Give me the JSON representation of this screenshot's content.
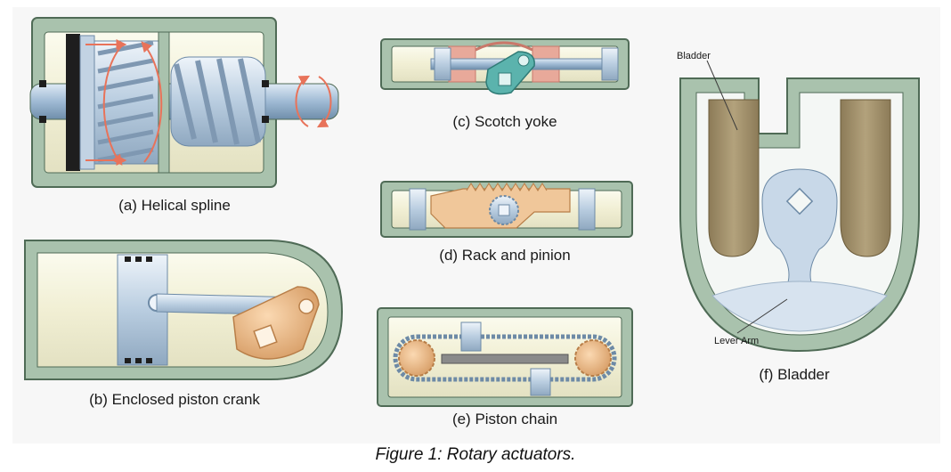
{
  "figure": {
    "caption": "Figure 1: Rotary actuators.",
    "panels": {
      "a": {
        "label": "(a) Helical spline"
      },
      "b": {
        "label": "(b) Enclosed piston crank"
      },
      "c": {
        "label": "(c) Scotch yoke"
      },
      "d": {
        "label": "(d) Rack and pinion"
      },
      "e": {
        "label": "(e) Piston chain"
      },
      "f": {
        "label": "(f) Bladder",
        "callouts": {
          "bladder": "Bladder",
          "lever_arm": "Lever Arm"
        }
      }
    }
  },
  "colors": {
    "housing": "#a9c2ad",
    "housing_edge": "#4f6b56",
    "cavity": "#f4f3dc",
    "metal": "#c8d8e8",
    "spline": "#9db3c8",
    "crank": "#e8b88a",
    "yoke": "#5bb3ad",
    "bladder": "#9c8c6a",
    "arrow": "#e8735a"
  }
}
